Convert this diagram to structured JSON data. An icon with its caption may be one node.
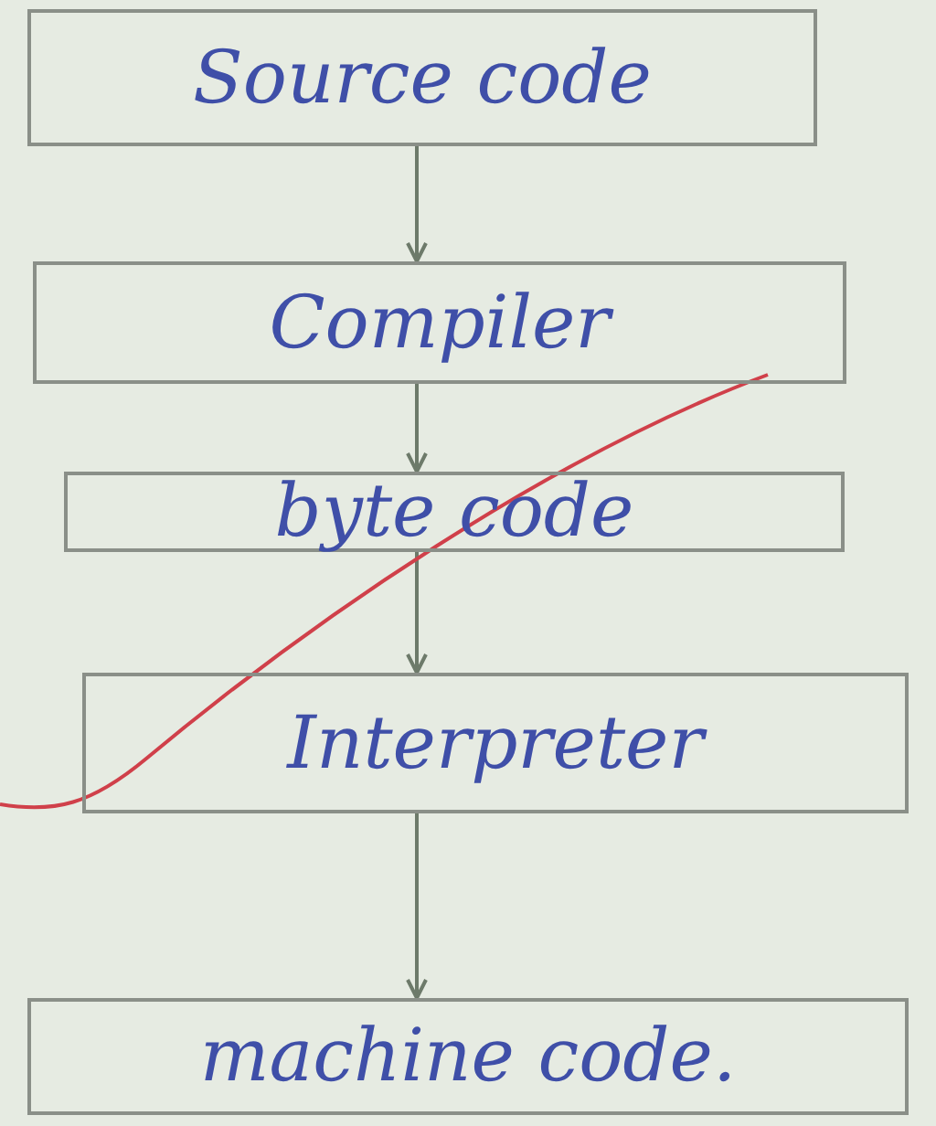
{
  "diagram": {
    "nodes": [
      {
        "text": [
          "Source code"
        ]
      },
      {
        "text": [
          "Compiler"
        ]
      },
      {
        "text": [
          "byte code"
        ]
      },
      {
        "text": [
          "Interpreter"
        ]
      },
      {
        "text": [
          "machine code."
        ]
      }
    ],
    "edges": [
      {
        "from": 0,
        "to": 1,
        "arrow": "to"
      },
      {
        "from": 1,
        "to": 2,
        "arrow": "to"
      },
      {
        "from": 2,
        "to": 3,
        "arrow": "to"
      },
      {
        "from": 3,
        "to": 4,
        "arrow": "to"
      }
    ]
  }
}
